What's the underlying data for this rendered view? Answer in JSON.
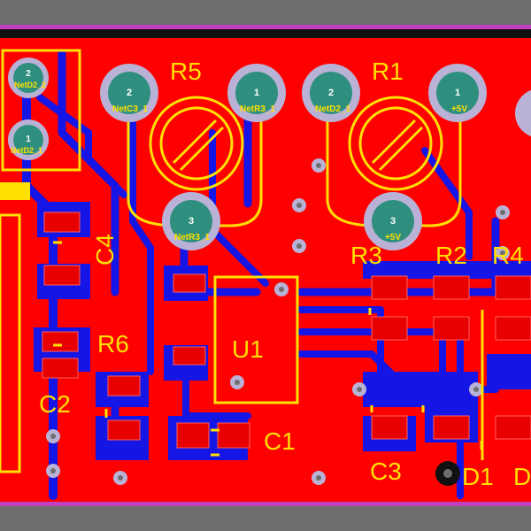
{
  "board": {
    "colors": {
      "background": "#6e6e6e",
      "copper_top": "#ff0000",
      "copper_bottom": "#1515e6",
      "silkscreen": "#ffe000",
      "pad_fill": "#2f8f7f",
      "pad_ring": "#b9b2d6",
      "edge": "#c040c0"
    },
    "designators": {
      "r5": "R5",
      "r1": "R1",
      "r3": "R3",
      "r2": "R2",
      "r4": "R4",
      "r6": "R6",
      "c4": "C4",
      "u1": "U1",
      "c2": "C2",
      "c1": "C1",
      "c3": "C3",
      "d1": "D1",
      "d_cut": "D"
    },
    "pads": [
      {
        "number": "2",
        "net": "NetD2_2"
      },
      {
        "number": "1",
        "net": "NetD2_1"
      },
      {
        "number": "2",
        "net": "NetC3_1"
      },
      {
        "number": "1",
        "net": "NetR3_1"
      },
      {
        "number": "2",
        "net": "NetD2_1"
      },
      {
        "number": "1",
        "net": "+5V"
      },
      {
        "number": "3",
        "net": "NetR3_1"
      },
      {
        "number": "3",
        "net": "+5V"
      }
    ]
  }
}
